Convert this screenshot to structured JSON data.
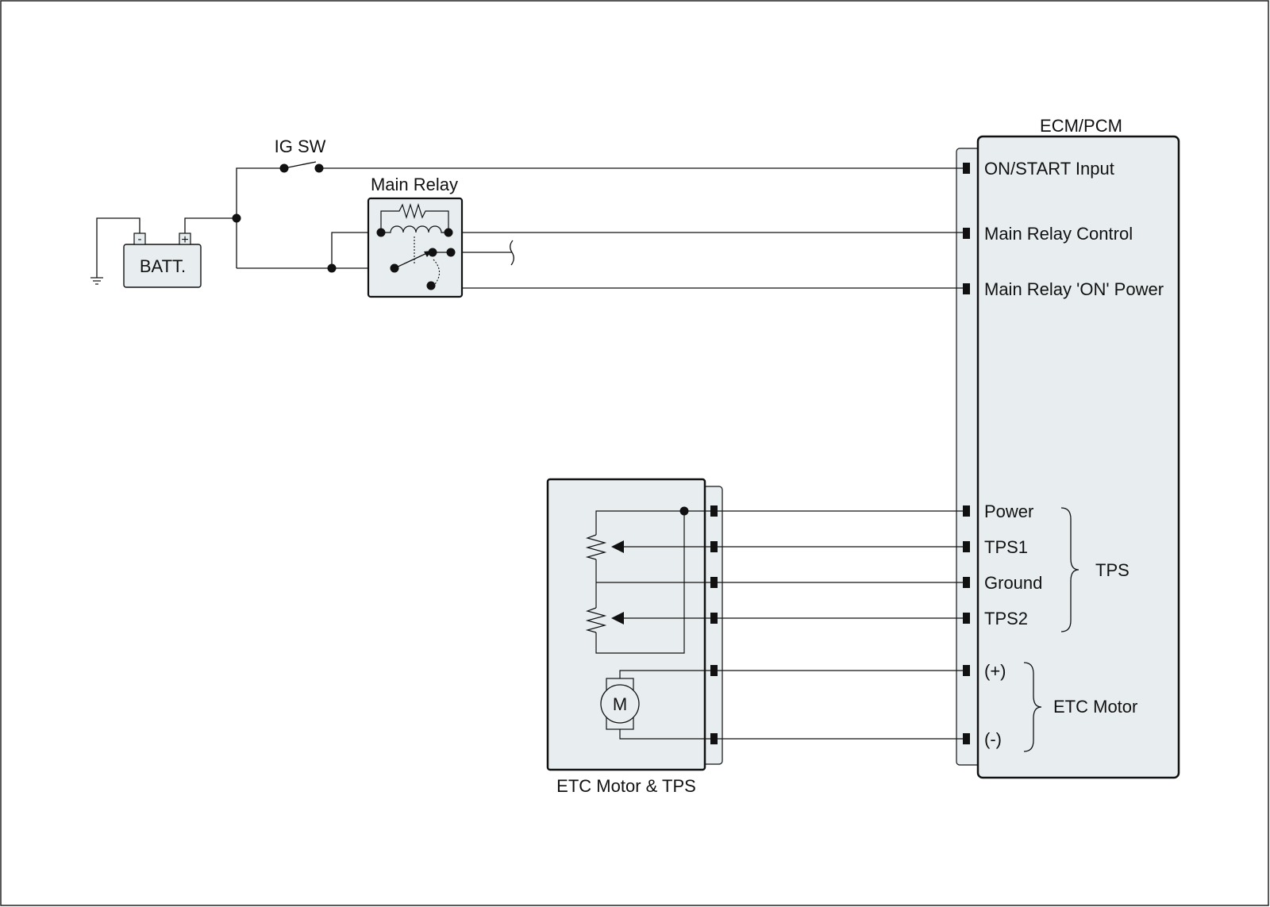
{
  "colors": {
    "line": "#111111",
    "box_fill": "#e8eef0",
    "page_border": "#222222"
  },
  "icons": [
    "battery-icon",
    "ground-icon",
    "switch-icon",
    "coil-icon",
    "resistor-icon",
    "potentiometer-icon",
    "motor-icon",
    "brace-icon"
  ],
  "battery": {
    "label": "BATT.",
    "neg": "-",
    "pos": "+"
  },
  "ig_switch": {
    "label": "IG SW"
  },
  "main_relay": {
    "label": "Main Relay"
  },
  "ecm": {
    "title": "ECM/PCM",
    "pins": {
      "on_start": "ON/START Input",
      "relay_control": "Main Relay Control",
      "relay_on_power": "Main Relay 'ON' Power",
      "power": "Power",
      "tps1": "TPS1",
      "ground": "Ground",
      "tps2": "TPS2",
      "motor_pos": "(+)",
      "motor_neg": "(-)"
    },
    "groups": {
      "tps": "TPS",
      "etc_motor": "ETC Motor"
    }
  },
  "etc_module": {
    "label": "ETC Motor & TPS",
    "motor_symbol": "M"
  }
}
